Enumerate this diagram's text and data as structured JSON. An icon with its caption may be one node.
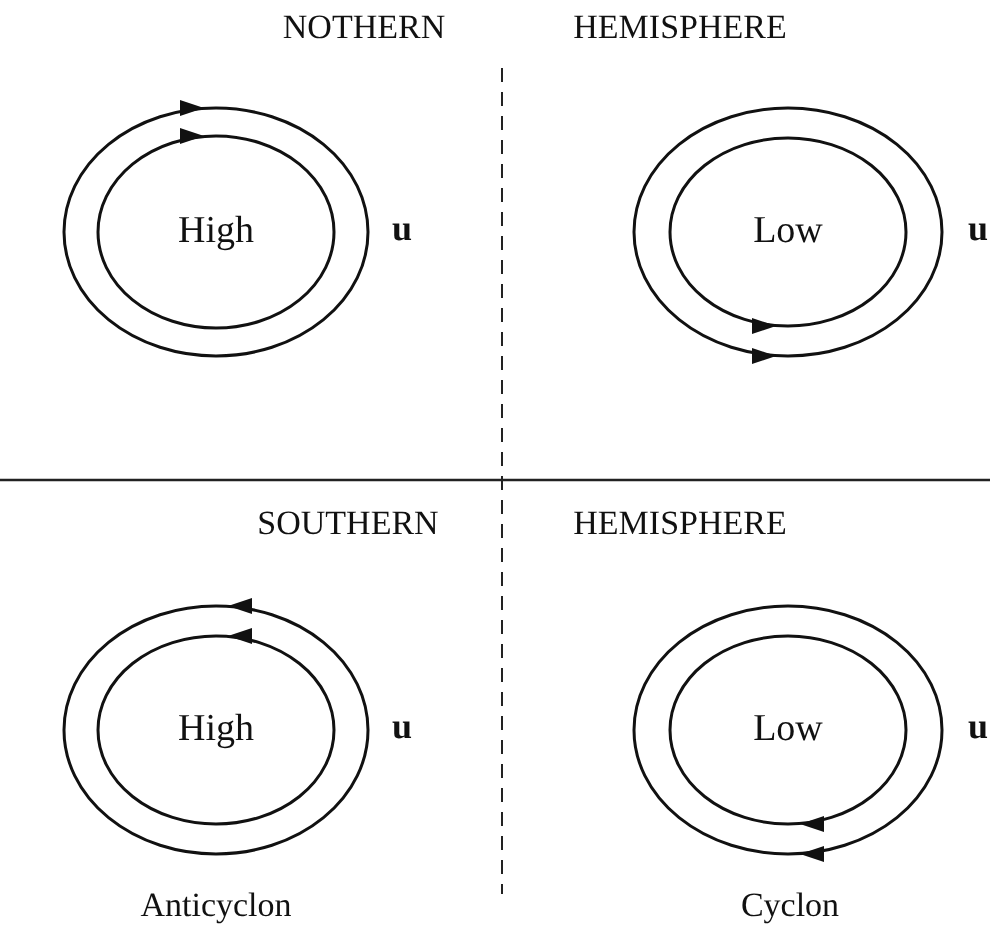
{
  "diagram": {
    "nodes": [
      {
        "text": [
          "High"
        ],
        "beside": [
          "u"
        ]
      },
      {
        "text": [
          "Low"
        ],
        "beside": [
          "u"
        ]
      },
      {
        "text": [
          "High"
        ],
        "beside": [
          "u"
        ]
      },
      {
        "text": [
          "Low"
        ],
        "beside": [
          "u"
        ]
      }
    ],
    "labels": [
      "NOTHERN",
      "HEMISPHERE",
      "SOUTHERN",
      "HEMISPHERE",
      "Anticyclon",
      "Cyclon"
    ]
  }
}
